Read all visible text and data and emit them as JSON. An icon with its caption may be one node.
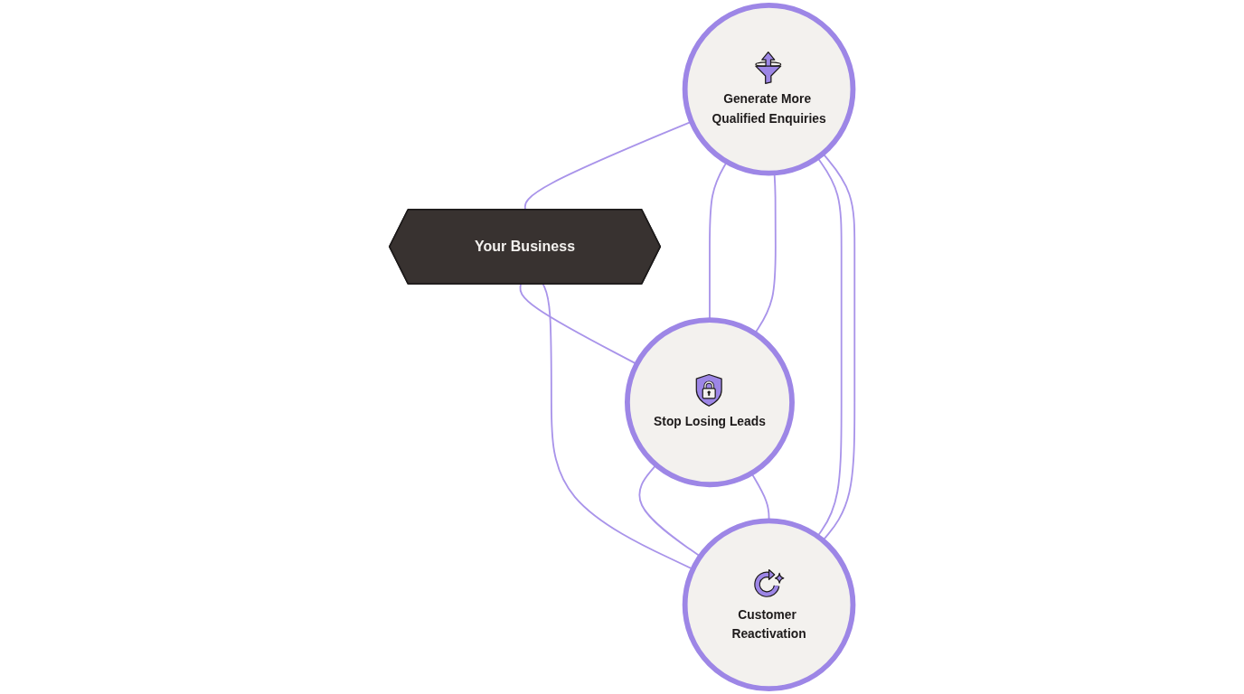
{
  "diagram": {
    "nodes": [
      {
        "text": [
          "Generate More Qualified Enquiries"
        ]
      },
      {
        "text": [
          "Your Business"
        ]
      },
      {
        "text": [
          "Stop Losing Leads"
        ]
      },
      {
        "text": [
          "Customer Reactivation"
        ]
      }
    ],
    "edges": [
      {
        "from": 0,
        "to": 1,
        "arrow": "none"
      },
      {
        "from": 1,
        "to": 2,
        "arrow": "none"
      },
      {
        "from": 1,
        "to": 3,
        "arrow": "none"
      },
      {
        "from": 0,
        "to": 2,
        "arrow": "none"
      },
      {
        "from": 0,
        "to": 2,
        "arrow": "none"
      },
      {
        "from": 0,
        "to": 3,
        "arrow": "none"
      },
      {
        "from": 0,
        "to": 3,
        "arrow": "none"
      },
      {
        "from": 2,
        "to": 3,
        "arrow": "none"
      },
      {
        "from": 2,
        "to": 3,
        "arrow": "none"
      }
    ]
  }
}
